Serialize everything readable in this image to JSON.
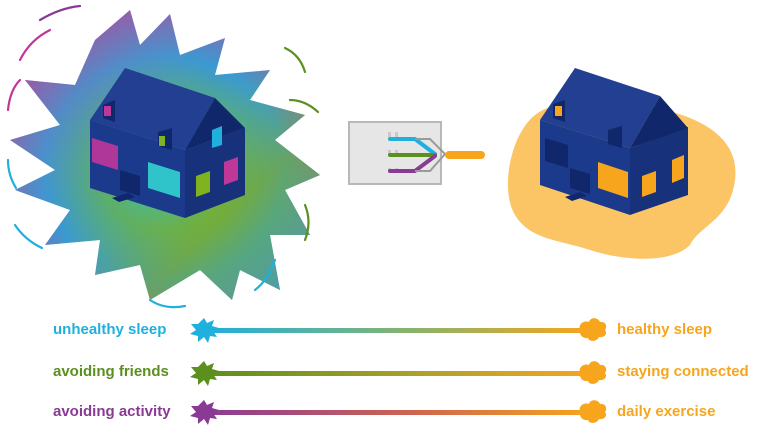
{
  "colors": {
    "house": "#1c3a8c",
    "house_dark": "#10276b",
    "warm": "#f7a51c",
    "warm_blob": "#fbc566",
    "cyan": "#1fb0dd",
    "green": "#5b8f1e",
    "purple": "#8a3a95",
    "magenta": "#c0379a"
  },
  "rows": [
    {
      "left_label": "unhealthy sleep",
      "right_label": "healthy sleep",
      "left_color": "#1fb0dd",
      "right_color": "#f7a51c"
    },
    {
      "left_label": "avoiding friends",
      "right_label": "staying connected",
      "left_color": "#5b8f1e",
      "right_color": "#f7a51c"
    },
    {
      "left_label": "avoiding activity",
      "right_label": "daily exercise",
      "left_color": "#8a3a95",
      "right_color": "#f7a51c"
    }
  ]
}
